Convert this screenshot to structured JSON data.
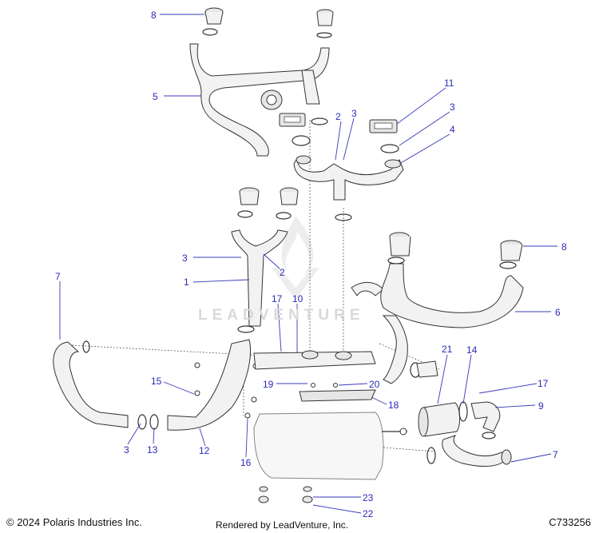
{
  "diagram": {
    "callouts": [
      "8",
      "2",
      "3",
      "11",
      "3",
      "4",
      "5",
      "3",
      "2",
      "1",
      "7",
      "17",
      "10",
      "8",
      "6",
      "19",
      "20",
      "21",
      "14",
      "17",
      "9",
      "18",
      "15",
      "3",
      "13",
      "12",
      "16",
      "7",
      "23",
      "22"
    ]
  },
  "watermark": "LEADVENTURE",
  "footer": {
    "copyright": "© 2024 Polaris Industries Inc.",
    "rendered_by": "Rendered by LeadVenture, Inc.",
    "drawing_code": "C733256"
  }
}
